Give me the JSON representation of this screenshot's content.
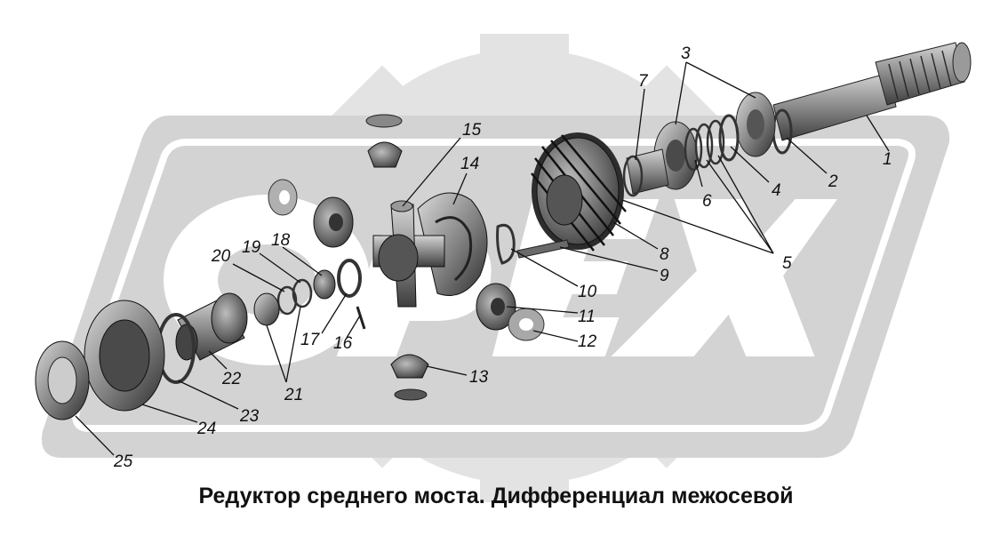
{
  "caption": "Редуктор среднего моста. Дифференциал межосевой",
  "watermark": {
    "text": "ОРЕХ",
    "background_color": "#dcdcdc",
    "letter_color": "#ffffff"
  },
  "colors": {
    "ink": "#111111",
    "part_dark": "#3a3a3a",
    "part_mid": "#7a7a7a",
    "part_light": "#b8b8b8"
  },
  "part_numbers": [
    "1",
    "2",
    "3",
    "4",
    "5",
    "6",
    "7",
    "8",
    "9",
    "10",
    "11",
    "12",
    "13",
    "14",
    "15",
    "16",
    "17",
    "18",
    "19",
    "20",
    "21",
    "22",
    "23",
    "24",
    "25"
  ],
  "parts": [
    "input-shaft",
    "ring",
    "bearing",
    "ring",
    "ring",
    "spacer",
    "sleeve",
    "drive-gear",
    "bolt",
    "lock-plate",
    "cross-axle",
    "thrust-washer",
    "satellite-gear",
    "differential-case-half",
    "differential-cross",
    "pin",
    "thrust-washer",
    "ring",
    "ring",
    "ring",
    "roller-bearing",
    "rear-gear",
    "gasket",
    "bearing-cover",
    "oil-seal"
  ]
}
